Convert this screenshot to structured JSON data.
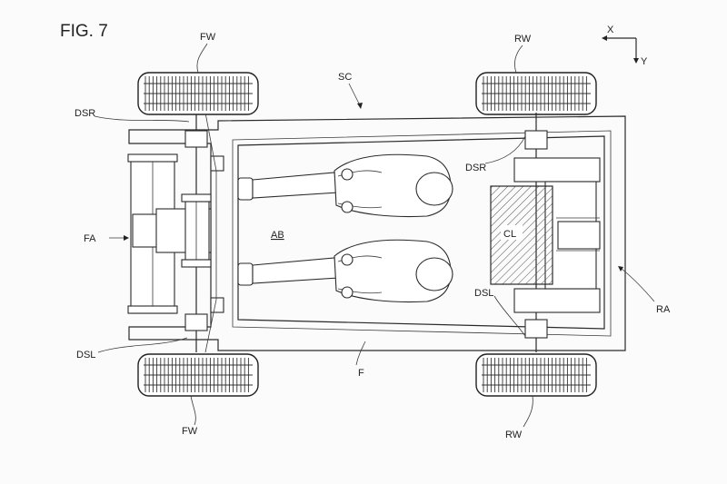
{
  "figure": {
    "title": "FIG. 7"
  },
  "axes": {
    "x": "X",
    "y": "Y"
  },
  "labels": {
    "sc": "SC",
    "fw_top": "FW",
    "fw_bottom": "FW",
    "rw_top": "RW",
    "rw_bottom": "RW",
    "dsr_front": "DSR",
    "dsr_rear": "DSR",
    "dsl_front": "DSL",
    "dsl_rear": "DSL",
    "fa": "FA",
    "ra": "RA",
    "ab": "AB",
    "cl": "CL",
    "f": "F"
  }
}
